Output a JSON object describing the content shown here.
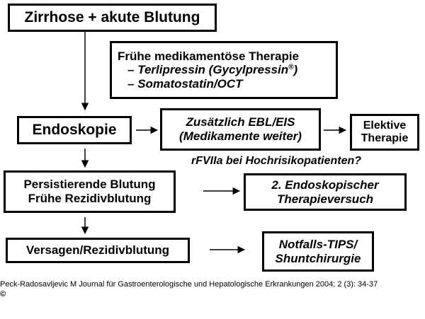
{
  "boxes": {
    "cirrhosis": "Zirrhose + akute Blutung",
    "early_therapy": {
      "title": "Frühe medikamentöse Therapie",
      "items": [
        {
          "dash": "–",
          "text": "Terlipressin (Gycylpressin",
          "sup": "®",
          "close": ")"
        },
        {
          "dash": "–",
          "text": "Somatostatin/OCT"
        }
      ]
    },
    "endoscopy": "Endoskopie",
    "ebl": [
      "Zusätzlich EBL/EIS",
      "(Medikamente weiter)"
    ],
    "elective": [
      "Elektive",
      "Therapie"
    ],
    "persistent": [
      "Persistierende Blutung",
      "Frühe Rezidivblutung"
    ],
    "second_endoscopy": [
      "2. Endoskopischer",
      "Therapieversuch"
    ],
    "failure": "Versagen/Rezidivblutung",
    "tips": [
      "Notfalls-TIPS/",
      "Shuntchirurgie"
    ]
  },
  "note": "rFVIIa bei Hochrisikopatienten?",
  "footer": {
    "citation": "Peck-Radosavljevic M Journal für Gastroenterologische und Hepatologische Erkrankungen 2004; 2 (3): 34-37",
    "copyright": "©"
  }
}
